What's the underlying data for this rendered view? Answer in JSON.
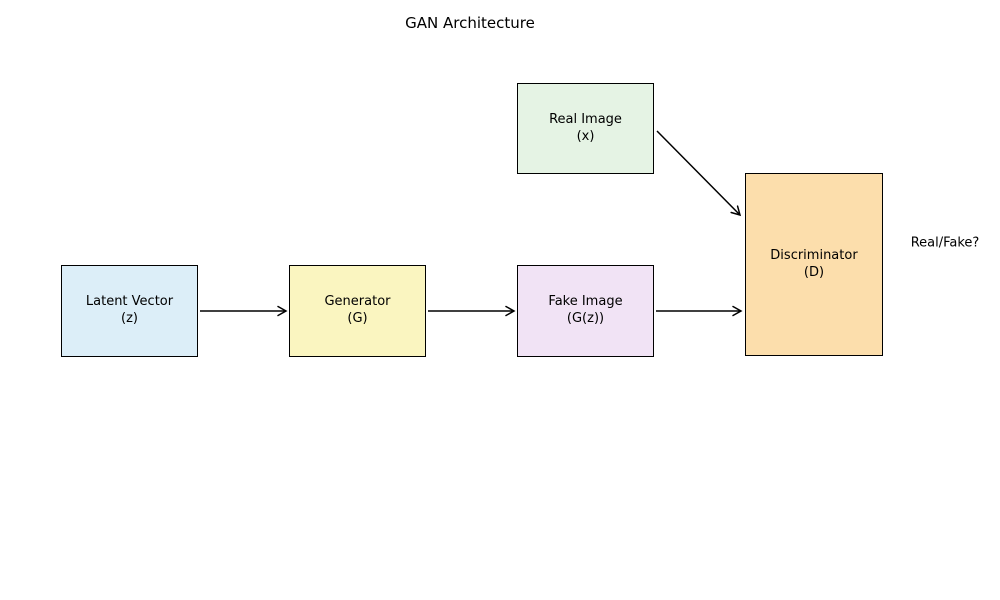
{
  "diagram": {
    "title": "GAN Architecture",
    "output_label": "Real/Fake?",
    "background": "#ffffff",
    "stroke_color": "#000000",
    "nodes": [
      {
        "id": "latent-vector",
        "line1": "Latent Vector",
        "line2": "(z)",
        "fill": "#dceef8"
      },
      {
        "id": "generator",
        "line1": "Generator",
        "line2": "(G)",
        "fill": "#faf5c0"
      },
      {
        "id": "fake-image",
        "line1": "Fake Image",
        "line2": "(G(z))",
        "fill": "#f1e3f5"
      },
      {
        "id": "real-image",
        "line1": "Real Image",
        "line2": "(x)",
        "fill": "#e5f3e4"
      },
      {
        "id": "discriminator",
        "line1": "Discriminator",
        "line2": "(D)",
        "fill": "#fcdeac"
      }
    ],
    "edges": [
      {
        "from": "Latent Vector (z)",
        "to": "Generator (G)"
      },
      {
        "from": "Generator (G)",
        "to": "Fake Image (G(z))"
      },
      {
        "from": "Fake Image (G(z))",
        "to": "Discriminator (D)"
      },
      {
        "from": "Real Image (x)",
        "to": "Discriminator (D)"
      }
    ]
  }
}
